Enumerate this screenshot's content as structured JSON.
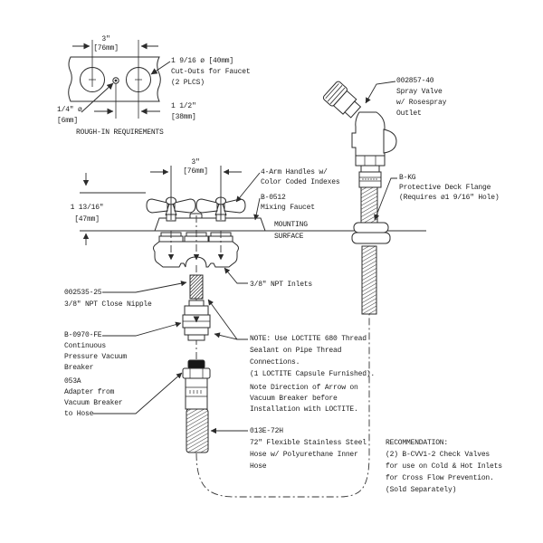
{
  "rough_in": {
    "dim_width": "3\"\n[76mm]",
    "cutouts": "1 9/16 ø [40mm]\nCut-Outs for Faucet\n(2 PLCS)",
    "small_hole": "1/4\" ø\n[6mm]",
    "dim_offset": "1 1/2\"\n[38mm]",
    "title": "ROUGH-IN REQUIREMENTS"
  },
  "faucet": {
    "dim_width": "3\"\n[76mm]",
    "dim_height": "1 13/16\"\n[47mm]",
    "handles_label": "4-Arm Handles w/\nColor Coded Indexes",
    "model_label": "B-0512\nMixing Faucet",
    "mounting_label": "MOUNTING\nSURFACE",
    "inlets_label": "3/8\" NPT Inlets"
  },
  "parts": {
    "nipple": "002535-25\n3/8\" NPT Close Nipple",
    "vacuum_breaker": "B-0970-FE\nContinuous\nPressure Vacuum\nBreaker",
    "adapter": "053A\nAdapter from\nVacuum Breaker\nto Hose",
    "hose": "013E-72H\n72\" Flexible Stainless Steel\nHose w/ Polyurethane Inner\nHose",
    "spray_valve": "002857-40\nSpray Valve\nw/ Rosespray\nOutlet",
    "deck_flange": "B-KG\nProtective Deck Flange\n(Requires ø1 9/16\" Hole)"
  },
  "notes": {
    "loctite": "NOTE: Use LOCTITE 680 Thread\nSealant on Pipe Thread\nConnections.\n(1 LOCTITE Capsule Furnished).",
    "direction": "Note Direction of Arrow on\nVacuum Breaker before\nInstallation with LOCTITE.",
    "recommendation": "RECOMMENDATION:\n(2) B-CVV1-2 Check Valves\nfor use on Cold & Hot Inlets\nfor Cross Flow Prevention.\n(Sold Separately)"
  },
  "colors": {
    "line": "#2b2b2b",
    "text": "#1c1c1c",
    "background": "#ffffff"
  }
}
